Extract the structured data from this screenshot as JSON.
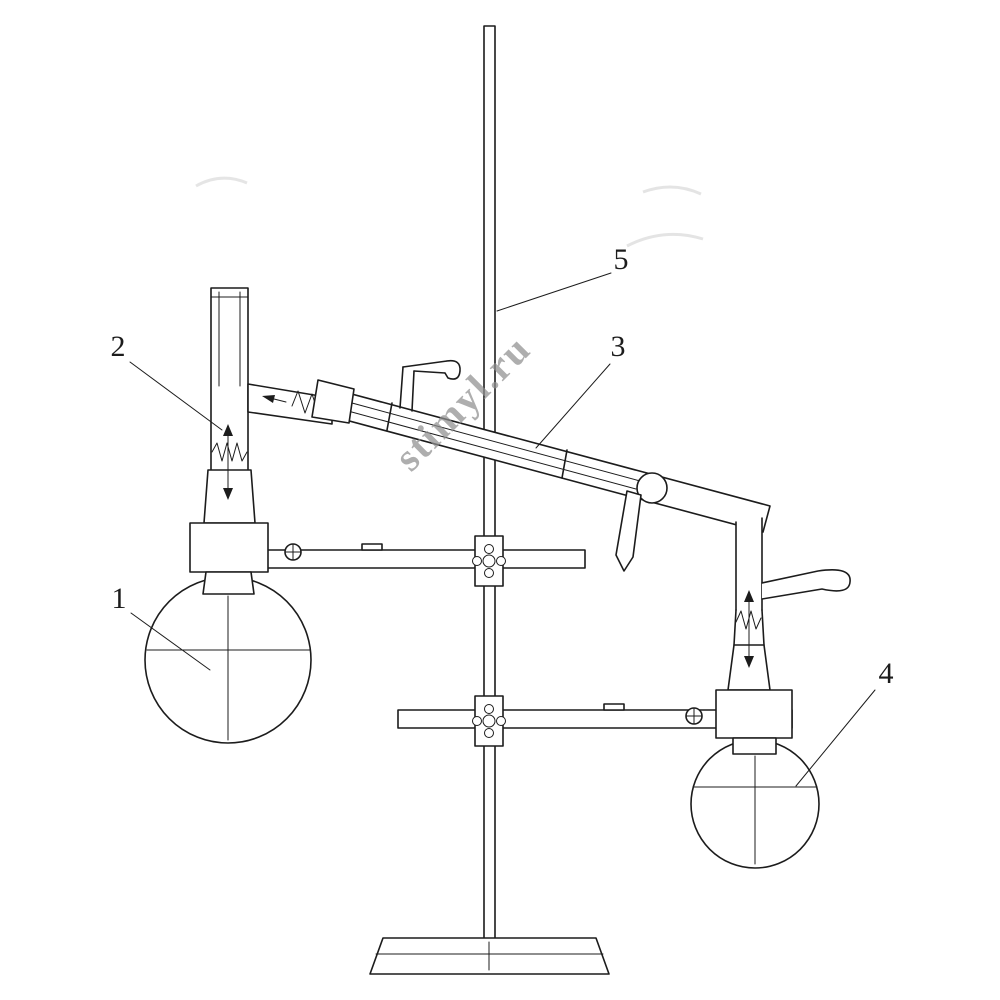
{
  "diagram": {
    "watermark": "stimyl.ru",
    "ink_color": "#1c1c1c",
    "watermark_color": "#8f8f8f",
    "background_color": "#ffffff",
    "labels": {
      "part1": "1",
      "part2": "2",
      "part3": "3",
      "part4": "4",
      "part5": "5"
    }
  }
}
